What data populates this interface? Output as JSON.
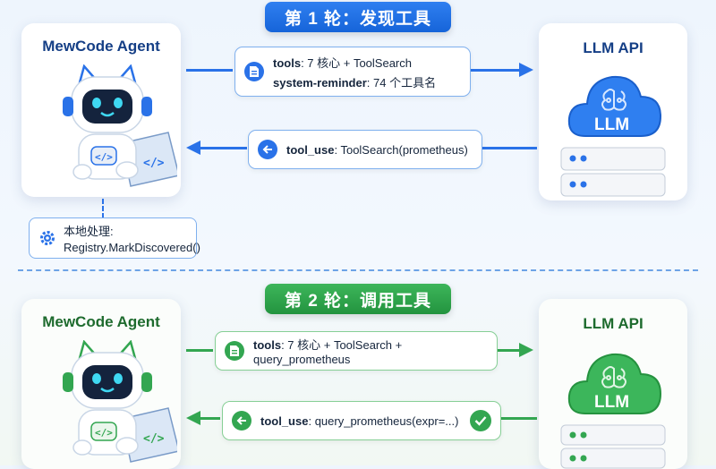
{
  "round1": {
    "title": "第 1 轮：发现工具",
    "agent_title": "MewCode Agent",
    "llm_title": "LLM API",
    "llm_badge": "LLM",
    "request": {
      "line1_key": "tools",
      "line1_value": ": 7 核心 + ToolSearch",
      "line2_key": "system-reminder",
      "line2_value": ": 74 个工具名"
    },
    "response": {
      "key": "tool_use",
      "value": ": ToolSearch(prometheus)"
    },
    "local": {
      "label": "本地处理:",
      "call": "Registry.MarkDiscovered()"
    }
  },
  "round2": {
    "title": "第 2 轮：调用工具",
    "agent_title": "MewCode Agent",
    "llm_title": "LLM API",
    "llm_badge": "LLM",
    "request": {
      "key": "tools",
      "value": ": 7 核心 + ToolSearch + query_prometheus"
    },
    "response": {
      "key": "tool_use",
      "value": ": query_prometheus(expr=...)"
    }
  },
  "colors": {
    "round1_accent": "#2a72e8",
    "round2_accent": "#33a651"
  },
  "icons": [
    "robot-cat-mascot",
    "laptop-code-icon",
    "cloud-brain-icon",
    "server-stack-icon",
    "document-icon",
    "back-arrow-icon",
    "gear-icon",
    "check-icon"
  ]
}
